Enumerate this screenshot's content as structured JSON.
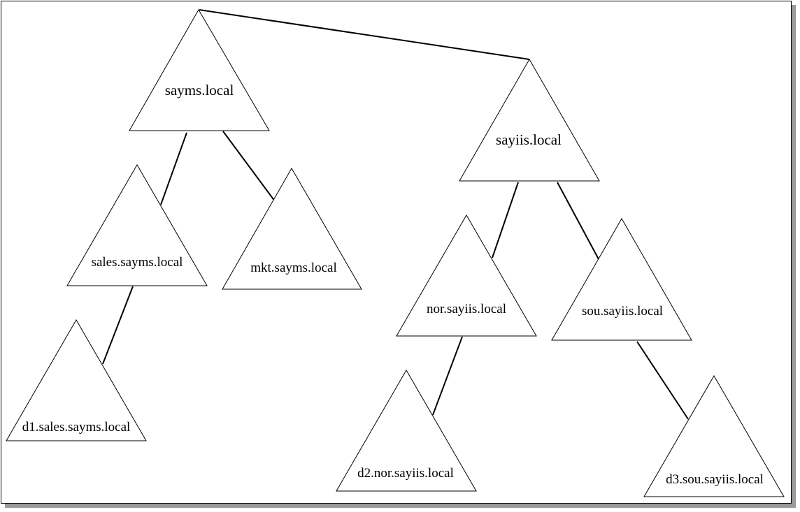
{
  "diagram": {
    "type": "domain-tree",
    "nodes": [
      {
        "id": "sayms",
        "label": "sayms.local"
      },
      {
        "id": "sayiis",
        "label": "sayiis.local"
      },
      {
        "id": "sales",
        "label": "sales.sayms.local"
      },
      {
        "id": "mkt",
        "label": "mkt.sayms.local"
      },
      {
        "id": "d1",
        "label": "d1.sales.sayms.local"
      },
      {
        "id": "nor",
        "label": "nor.sayiis.local"
      },
      {
        "id": "sou",
        "label": "sou.sayiis.local"
      },
      {
        "id": "d2",
        "label": "d2.nor.sayiis.local"
      },
      {
        "id": "d3",
        "label": "d3.sou.sayiis.local"
      }
    ],
    "edges": [
      {
        "from": "sayms",
        "to": "sayiis"
      },
      {
        "from": "sayms",
        "to": "sales"
      },
      {
        "from": "sayms",
        "to": "mkt"
      },
      {
        "from": "sales",
        "to": "d1"
      },
      {
        "from": "sayiis",
        "to": "nor"
      },
      {
        "from": "sayiis",
        "to": "sou"
      },
      {
        "from": "nor",
        "to": "d2"
      },
      {
        "from": "sou",
        "to": "d3"
      }
    ]
  }
}
